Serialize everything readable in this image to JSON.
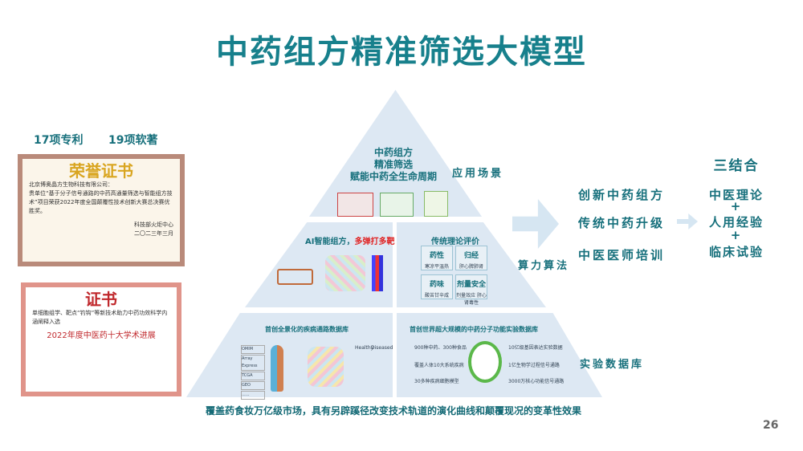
{
  "title": "中药组方精准筛选大模型",
  "stats": {
    "patents": "17项专利",
    "software": "19项软著"
  },
  "cert1": {
    "heading": "荣誉证书",
    "recipient": "北京博奥晶方生物科技有限公司：",
    "body": "贵单位“基于分子信号通路的中药高通量筛选与智能组方技术”项目荣获2022年度全国颠覆性技术创新大赛总决赛优胜奖。",
    "issuer": "科技部火炬中心",
    "date": "二〇二三年三月"
  },
  "cert2": {
    "heading": "证书",
    "body": "单细胞组学、靶点“钓钩”等新技术助力中药功效科学内涵阐释入选",
    "award": "2022年度中医药十大学术进展"
  },
  "pyramid": {
    "top": {
      "lines": [
        "中药组方",
        "精准筛选",
        "赋能中药全生命周期"
      ],
      "label": "应用场景"
    },
    "middle_left": {
      "title_a": "AI智能组方，",
      "title_b": "多弹打多靶"
    },
    "middle_right": {
      "title": "传统理论评价",
      "boxes": [
        {
          "t": "药性",
          "s": "寒凉平温热"
        },
        {
          "t": "归经",
          "s": "肝心脾肺肾"
        },
        {
          "t": "药味",
          "s": "酸苦甘辛咸"
        },
        {
          "t": "剂量安全",
          "s": "剂量效应 肝心肾毒性"
        }
      ]
    },
    "middle_label": "算力算法",
    "bottom_left": {
      "title": "首创全景化的疾病通路数据库",
      "items": [
        "OMIM",
        "Array Express",
        "TCGA",
        "GEO",
        "......"
      ],
      "healthy": "Healthy",
      "diseased": "Diseased"
    },
    "bottom_right": {
      "title": "首创世界超大规模的中药分子功能实验数据库",
      "left": [
        "900种中药、300种食品",
        "覆盖人体10大系统疾病",
        "30多种疾病细胞模型"
      ],
      "right": [
        "10亿级基因表达实验数据",
        "1亿生物学过程信号通路",
        "3000万核心功能信号通路"
      ]
    },
    "bottom_label": "实验数据库"
  },
  "footer_text": "覆盖药食妆万亿级市场，具有另辟蹊径改变技术轨道的演化曲线和颠覆现况的变革性效果",
  "applications": [
    "创新中药组方",
    "传统中药升级",
    "中医医师培训"
  ],
  "combine": {
    "title": "三结合",
    "items": [
      "中医理论",
      "+",
      "人用经验",
      "+",
      "临床试验"
    ]
  },
  "page_number": "26"
}
